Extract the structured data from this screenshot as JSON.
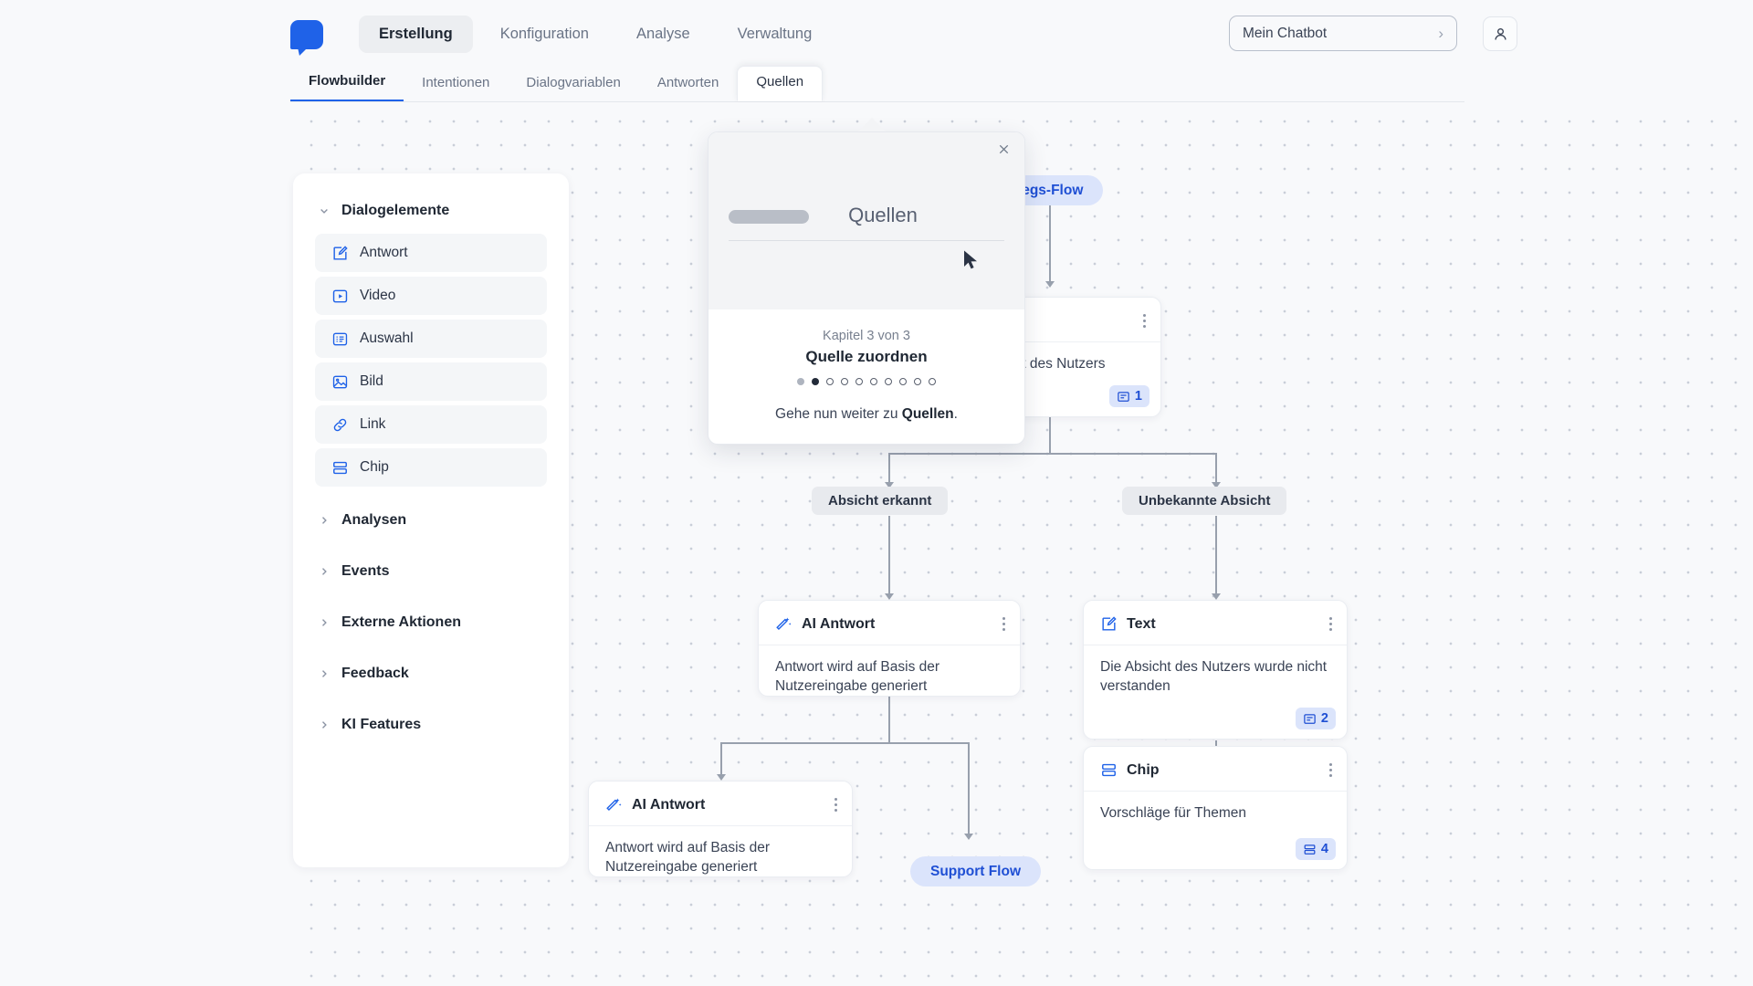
{
  "header": {
    "logo_icon": "chat-bubble-logo",
    "nav": [
      {
        "label": "Erstellung",
        "active": true
      },
      {
        "label": "Konfiguration",
        "active": false
      },
      {
        "label": "Analyse",
        "active": false
      },
      {
        "label": "Verwaltung",
        "active": false
      }
    ],
    "chatbot_selector": {
      "value": "Mein Chatbot",
      "chevron": "›"
    },
    "avatar_icon": "user-avatar-icon"
  },
  "subnav": [
    {
      "label": "Flowbuilder",
      "state": "active-underline"
    },
    {
      "label": "Intentionen",
      "state": "normal"
    },
    {
      "label": "Dialogvariablen",
      "state": "normal"
    },
    {
      "label": "Antworten",
      "state": "normal"
    },
    {
      "label": "Quellen",
      "state": "raised"
    }
  ],
  "sidebar": {
    "group_open": {
      "label": "Dialogelemente",
      "caret": "chevron-down-icon"
    },
    "items": [
      {
        "label": "Antwort",
        "icon": "answer-edit-icon"
      },
      {
        "label": "Video",
        "icon": "video-play-icon"
      },
      {
        "label": "Auswahl",
        "icon": "choice-list-icon"
      },
      {
        "label": "Bild",
        "icon": "image-icon"
      },
      {
        "label": "Link",
        "icon": "link-chain-icon"
      },
      {
        "label": "Chip",
        "icon": "chip-stack-icon"
      }
    ],
    "groups": [
      {
        "label": "Analysen",
        "caret": "chevron-right-icon"
      },
      {
        "label": "Events",
        "caret": "chevron-right-icon"
      },
      {
        "label": "Externe Aktionen",
        "caret": "chevron-right-icon"
      },
      {
        "label": "Feedback",
        "caret": "chevron-right-icon"
      },
      {
        "label": "KI Features",
        "caret": "chevron-right-icon"
      }
    ]
  },
  "flow": {
    "entry_pill": "Einstiegs-Flow",
    "support_pill": "Support Flow",
    "branch_left": "Absicht erkannt",
    "branch_right": "Unbekannte Absicht",
    "nodes": {
      "top_hidden": {
        "body": "Die Absicht des Nutzers",
        "badge_count": "1",
        "badge_icon": "answer-badge-icon",
        "kebab": "kebab-menu-icon"
      },
      "ai_center": {
        "title": "AI Antwort",
        "icon": "ai-sparkle-icon",
        "body": "Antwort wird auf Basis der Nutzereingabe generiert",
        "kebab": "kebab-menu-icon"
      },
      "ai_bottom": {
        "title": "AI Antwort",
        "icon": "ai-sparkle-icon",
        "body": "Antwort wird auf Basis der Nutzereingabe generiert",
        "kebab": "kebab-menu-icon"
      },
      "text_right": {
        "title": "Text",
        "icon": "answer-edit-icon",
        "body": "Die Absicht des Nutzers wurde nicht verstanden",
        "badge_count": "2",
        "badge_icon": "answer-badge-icon",
        "kebab": "kebab-menu-icon"
      },
      "chip_right": {
        "title": "Chip",
        "icon": "chip-stack-icon",
        "body": "Vorschläge für Themen",
        "badge_count": "4",
        "badge_icon": "chip-badge-icon",
        "kebab": "kebab-menu-icon"
      }
    }
  },
  "modal": {
    "close_icon": "close-icon",
    "illustration_title": "Quellen",
    "chapter": "Kapitel 3 von 3",
    "step_title": "Quelle zuordnen",
    "dots": [
      "done",
      "current",
      "todo",
      "todo",
      "todo",
      "todo",
      "todo",
      "todo",
      "todo",
      "todo"
    ],
    "text_prefix": "Gehe nun weiter zu ",
    "text_bold": "Quellen",
    "text_suffix": "."
  },
  "colors": {
    "brand_blue": "#1f62e8",
    "pill_bg": "#dbe4fb",
    "pill_text": "#1f4fd4",
    "canvas_bg": "#f8f9fb",
    "card_bg": "#ffffff"
  }
}
